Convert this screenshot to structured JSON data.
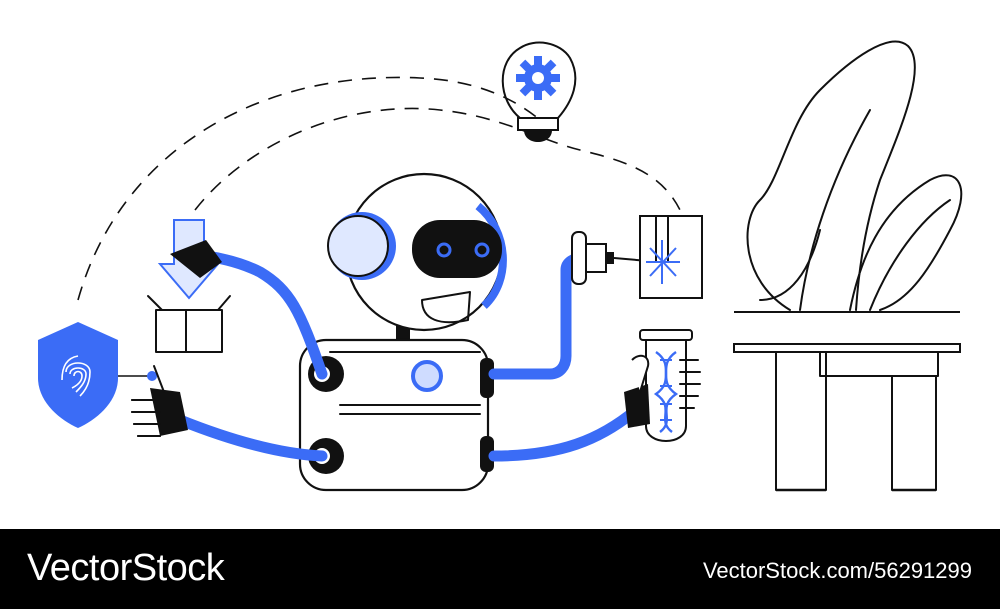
{
  "footer": {
    "brand": "VectorStock",
    "stock_id": "VectorStock.com/56291299",
    "background": "#000000",
    "text_color": "#ffffff"
  },
  "illustration": {
    "accent_color": "#3b6cf6",
    "line_color": "#111111",
    "elements": [
      "robot",
      "fingerprint-shield-icon",
      "download-box-icon",
      "lightbulb-gear-icon",
      "laser-device",
      "dna-test-tube",
      "potted-plant",
      "side-table"
    ]
  }
}
